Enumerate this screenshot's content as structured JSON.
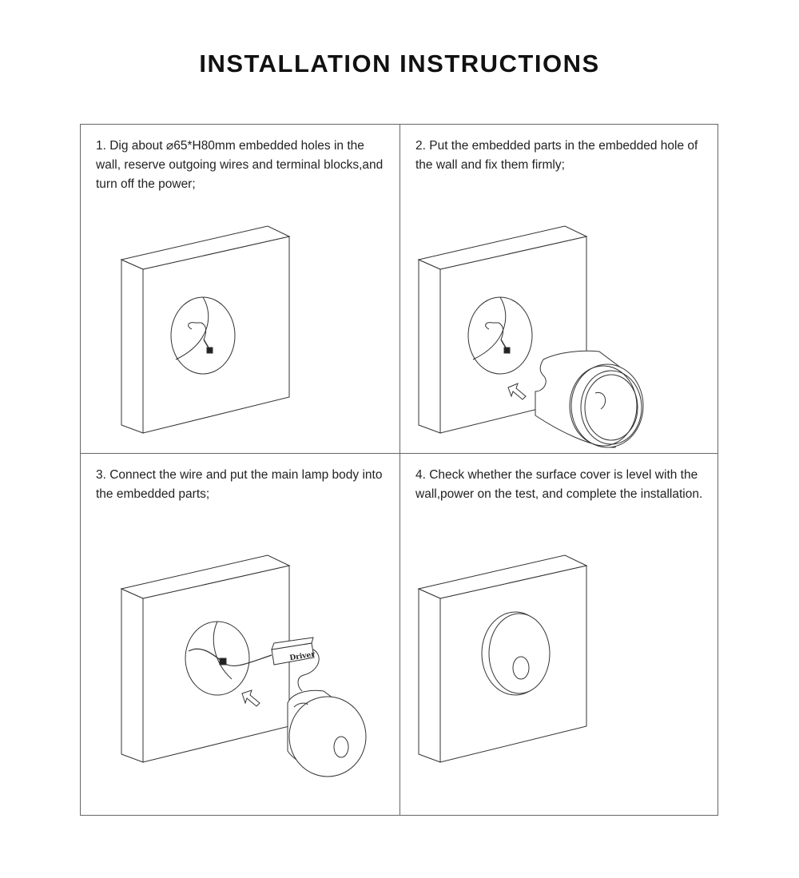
{
  "title": "INSTALLATION INSTRUCTIONS",
  "steps": [
    {
      "text": "1. Dig about ⌀65*H80mm embedded holes in the wall, reserve outgoing wires and terminal blocks,and turn off the power;"
    },
    {
      "text": "2. Put the embedded parts in the embedded hole of the wall and fix them firmly;"
    },
    {
      "text": "3. Connect the wire and put the main lamp body into the embedded parts;"
    },
    {
      "text": "4. Check whether the surface cover is level with the wall,power on the test, and complete the installation."
    }
  ],
  "driver_label": "Driver"
}
